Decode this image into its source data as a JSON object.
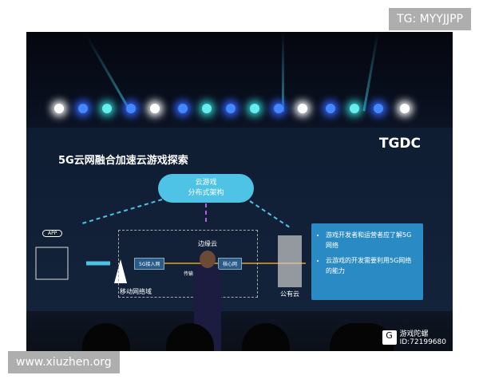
{
  "overlays": {
    "top_right": "TG: MYYJJPP",
    "bottom_left": "www.xiuzhen.org"
  },
  "slide": {
    "logo": "TGDC",
    "title": "5G云网融合加速云游戏探索",
    "cloud_label_line1": "云游戏",
    "cloud_label_line2": "分布式架构",
    "app_label": "APP",
    "access_net": "5G接入网",
    "edge_cloud": "边缘云",
    "transport": "传输",
    "core_net": "核心网",
    "mobile_domain": "移动网络域",
    "public_cloud": "公有云",
    "bullets": [
      "游戏开发者和运营者应了解5G网络",
      "云游戏的开发需要利用5G网络的能力"
    ]
  },
  "watermark": {
    "name": "游戏陀螺",
    "id": "ID:72199680"
  },
  "colors": {
    "cloud": "#4fc3e6",
    "info_box": "#2a8bc4",
    "background": "#0f1d33"
  }
}
